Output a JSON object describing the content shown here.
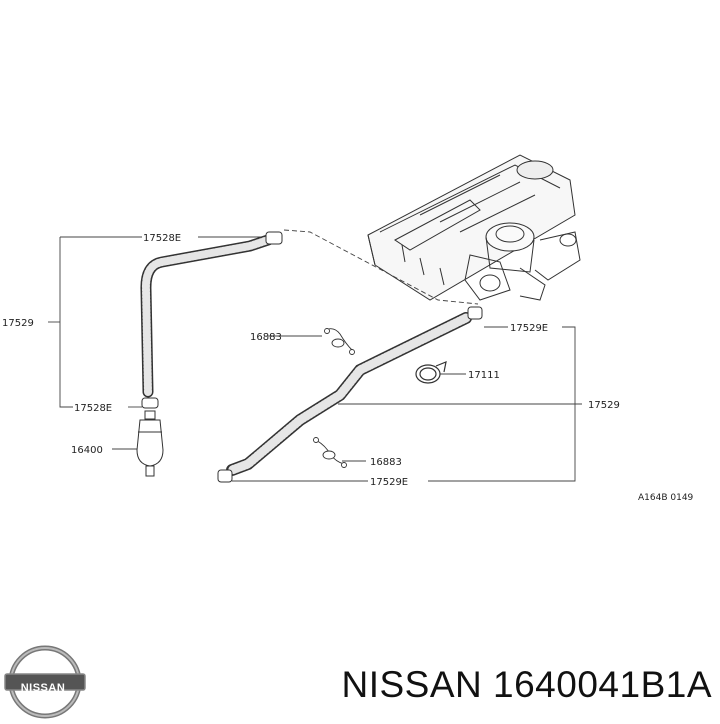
{
  "callouts": {
    "hose_upper_end_top": "17528E",
    "hose_group_left": "17529",
    "hose_upper_end_bottom": "17528E",
    "fuel_filter": "16400",
    "clip_upper": "16883",
    "hose_lower_end_top": "17529E",
    "clamp": "17111",
    "hose_group_right": "17529",
    "clip_lower": "16883",
    "hose_lower_end_bottom": "17529E"
  },
  "diagram_ref": "A164B 0149",
  "brand": {
    "logo_text": "NISSAN",
    "part_number_caption": "NISSAN 1640041B1A"
  }
}
